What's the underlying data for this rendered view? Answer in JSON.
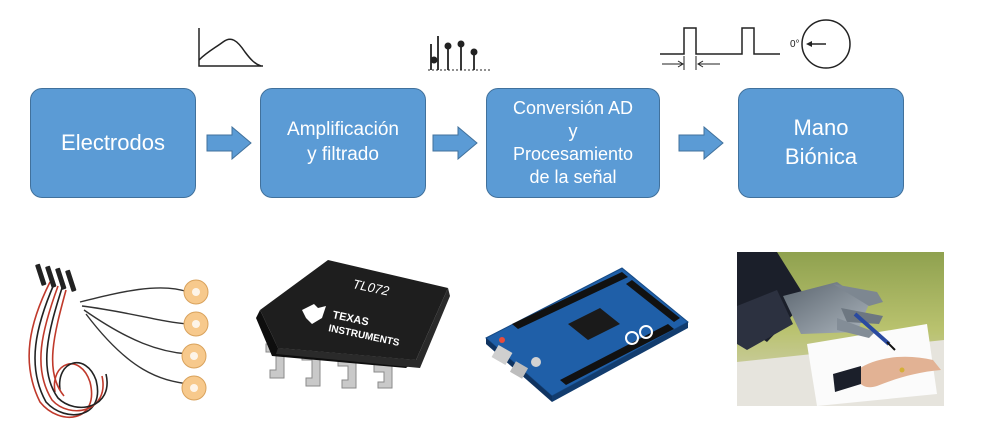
{
  "stages": [
    {
      "label": "Electrodos"
    },
    {
      "label": "Amplificación\ny  filtrado"
    },
    {
      "label": "Conversión AD\ny\nProcesamiento\nde la señal"
    },
    {
      "label": "Mano\nBiónica"
    }
  ],
  "chip": {
    "part": "TL072",
    "brand_line1": "TEXAS",
    "brand_line2": "INSTRUMENTS"
  },
  "icons": {
    "waveform": "emg-waveform-icon",
    "spikes": "sampled-signal-icon",
    "pulses": "pwm-pulse-icon",
    "dial": "servo-angle-icon"
  },
  "dial_label": "0°",
  "colors": {
    "stage_fill": "#5b9bd5",
    "stage_border": "#41719c",
    "board_blue": "#1f5fa8"
  }
}
